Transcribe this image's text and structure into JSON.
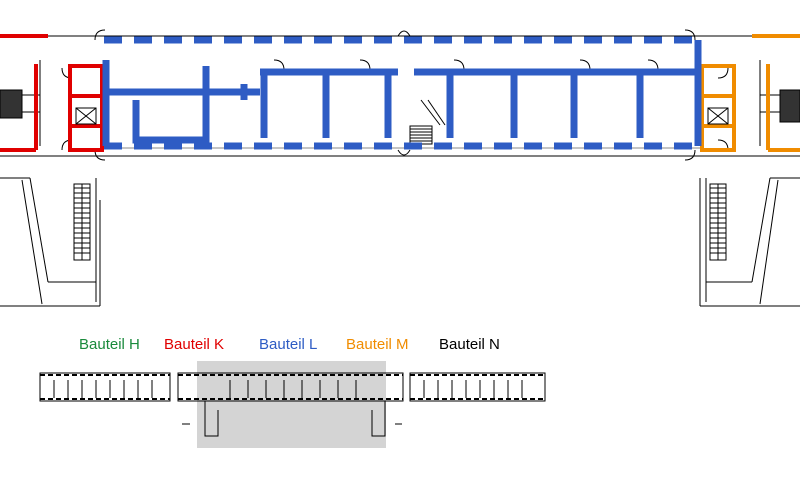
{
  "legend": {
    "h": {
      "label": "Bauteil H",
      "color": "#1a8a3c"
    },
    "k": {
      "label": "Bauteil K",
      "color": "#e00000"
    },
    "l": {
      "label": "Bauteil L",
      "color": "#2e5cc4"
    },
    "m": {
      "label": "Bauteil M",
      "color": "#f08c00"
    },
    "n": {
      "label": "Bauteil N",
      "color": "#000000"
    }
  },
  "overview": {
    "highlight_color": "#d4d4d4"
  }
}
